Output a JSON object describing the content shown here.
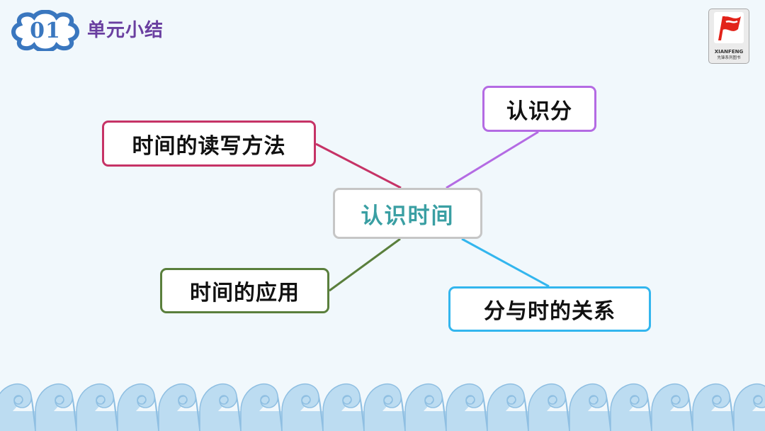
{
  "header": {
    "badge_number": "01",
    "section_title": "单元小结"
  },
  "logo": {
    "brand": "XIANFENG",
    "subtitle": "先锋系列图书"
  },
  "mindmap": {
    "center": "认识时间",
    "branches": [
      {
        "label": "时间的读写方法",
        "color": "#c63366"
      },
      {
        "label": "认识分",
        "color": "#b46be3"
      },
      {
        "label": "时间的应用",
        "color": "#5a7f3c"
      },
      {
        "label": "分与时的关系",
        "color": "#33b6ee"
      }
    ]
  },
  "colors": {
    "background": "#f1f8fc",
    "badge_fill": "#3a77bf",
    "title_purple": "#6a3fa0",
    "wave": "#9ec8e8",
    "center_text": "#3a9fa3"
  }
}
